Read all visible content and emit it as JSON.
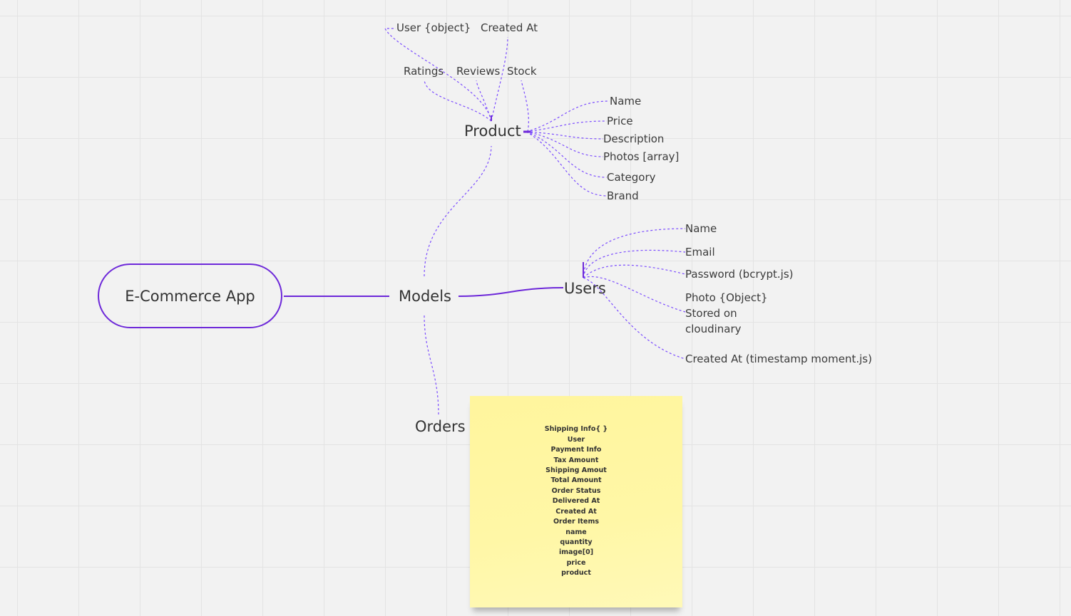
{
  "root": {
    "label": "E-Commerce App"
  },
  "models": {
    "label": "Models"
  },
  "product": {
    "label": "Product",
    "top_fields": [
      "User {object}",
      "Created At",
      "Ratings",
      "Reviews",
      "Stock"
    ],
    "fields": [
      "Name",
      "Price",
      "Description",
      "Photos [array]",
      "Category",
      "Brand"
    ]
  },
  "users": {
    "label": "Users",
    "fields": [
      "Name",
      "Email",
      "Password (bcrypt.js)",
      "Photo {Object}\nStored on\ncloudinary",
      "Created At (timestamp moment.js)"
    ]
  },
  "orders": {
    "label": "Orders",
    "sticky_lines": [
      "Shipping Info{ }",
      "User",
      "Payment Info",
      "Tax Amount",
      "Shipping Amout",
      "Total Amount",
      "Order Status",
      "Delivered At",
      "Created At",
      "Order Items",
      "name",
      "quantity",
      "image[0]",
      "price",
      "product"
    ]
  },
  "colors": {
    "accent": "#6d28d9",
    "dashed": "#7c4dff",
    "sticky": "#fff59d",
    "canvas": "#f2f2f2"
  }
}
